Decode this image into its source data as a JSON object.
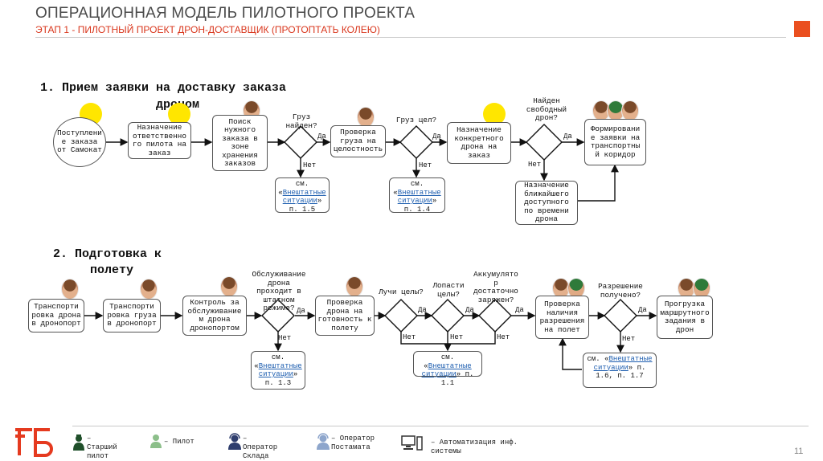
{
  "header": {
    "title": "ОПЕРАЦИОННАЯ МОДЕЛЬ ПИЛОТНОГО ПРОЕКТА",
    "subtitle": "ЭТАП 1 - ПИЛОТНЫЙ ПРОЕКТ ДРОН-ДОСТАВЩИК (ПРОТОПТАТЬ КОЛЕЮ)"
  },
  "section1": {
    "title_line1": "1. Прием заявки на доставку заказа",
    "title_line2": "дроном",
    "nodes": {
      "n1": "Поступлени е заказа от Самокат",
      "n2": "Назначение ответственно го пилота на заказ",
      "n3": "Поиск нужного заказа в зоне хранения заказов",
      "d1": "Груз найден?",
      "n4": "Проверка груза на целостность",
      "d2": "Груз цел?",
      "n5": "Назначение конкретного дрона на заказ",
      "d3": "Найден свободный дрон?",
      "n6": "Формировани е заявки на транспортны й коридор",
      "n7": "Назначение ближайшего доступного по времени дрона"
    },
    "refs": {
      "r1_pre": "см. «",
      "r1_link": "Внештатные ситуации",
      "r1_post": "» п. 1.5",
      "r2_pre": "см. «",
      "r2_link": "Внештатные ситуации",
      "r2_post": "» п. 1.4"
    }
  },
  "section2": {
    "title_line1": "2. Подготовка к",
    "title_line2": "полету",
    "nodes": {
      "m1": "Транспорти ровка дрона в дронопорт",
      "m2": "Транспорти ровка груза в дронопорт",
      "m3": "Контроль за обслуживание м дрона дронопортом",
      "e1": "Обслуживание дрона проходит в штатном режиме?",
      "m4": "Проверка дрона на готовность к полету",
      "e2": "Лучи целы?",
      "e3": "Лопасти целы?",
      "e4": "Аккумулято р достаточно заряжен?",
      "m5": "Проверка наличия разрешения на полет",
      "e5": "Разрешение получено?",
      "m6": "Прогрузка маршрутного задания в дрон"
    },
    "refs": {
      "r3_pre": "см. «",
      "r3_link": "Внештатные ситуации",
      "r3_post": "» п. 1.3",
      "r4_pre": "см. «",
      "r4_link": "Внештатные ситуации",
      "r4_post": "» п. 1.1",
      "r5_pre": "см. «",
      "r5_link": "Внештатные ситуации",
      "r5_post": "» п. 1.6, п. 1.7"
    }
  },
  "labels": {
    "yes": "Да",
    "no": "Нет"
  },
  "legend": [
    {
      "icon": "senior-pilot-icon",
      "text": "– Старший пилот"
    },
    {
      "icon": "pilot-icon",
      "text": "– Пилот"
    },
    {
      "icon": "warehouse-operator-icon",
      "text": "– Оператор Склада"
    },
    {
      "icon": "postamat-operator-icon",
      "text": "– Оператор Постамата"
    },
    {
      "icon": "computer-icon",
      "text": "– Автоматизация инф. системы"
    }
  ],
  "page_number": "11",
  "colors": {
    "accent": "#ea4f1f",
    "subtitle": "#d9361c",
    "link": "#1f5fb0",
    "marker": "#ffe600"
  }
}
